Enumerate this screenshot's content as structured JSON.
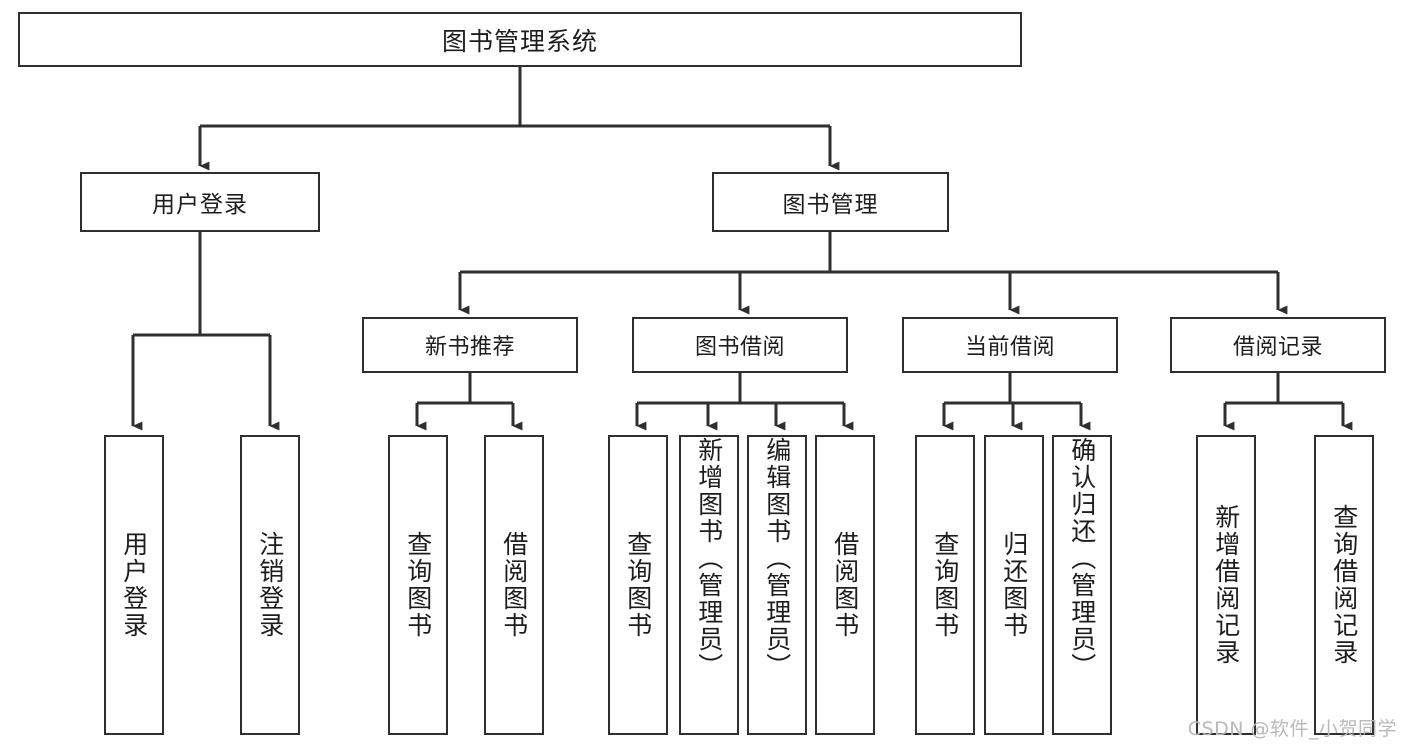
{
  "diagram": {
    "title": "图书管理系统",
    "type": "功能结构图",
    "colors": {
      "box_border": "#2f2f2f",
      "box_fill": "#ffffff",
      "edge": "#2f2f2f",
      "text": "#1d1d1d",
      "watermark": "#b9b9b9",
      "background": "#ffffff"
    },
    "watermark": "CSDN @软件_小贺同学",
    "root": {
      "label": "图书管理系统"
    },
    "level1": [
      {
        "label": "用户登录"
      },
      {
        "label": "图书管理"
      }
    ],
    "level2": [
      {
        "label": "新书推荐"
      },
      {
        "label": "图书借阅"
      },
      {
        "label": "当前借阅"
      },
      {
        "label": "借阅记录"
      }
    ],
    "leaves": {
      "user_login": [
        {
          "label": "用户登录"
        },
        {
          "label": "注销登录"
        }
      ],
      "new_book_recommend": [
        {
          "label": "查询图书"
        },
        {
          "label": "借阅图书"
        }
      ],
      "book_borrow": [
        {
          "label": "查询图书"
        },
        {
          "label": "新增图书（管理员）"
        },
        {
          "label": "编辑图书（管理员）"
        },
        {
          "label": "借阅图书"
        }
      ],
      "current_borrow": [
        {
          "label": "查询图书"
        },
        {
          "label": "归还图书"
        },
        {
          "label": "确认归还（管理员）"
        }
      ],
      "borrow_record": [
        {
          "label": "新增借阅记录"
        },
        {
          "label": "查询借阅记录"
        }
      ]
    }
  }
}
